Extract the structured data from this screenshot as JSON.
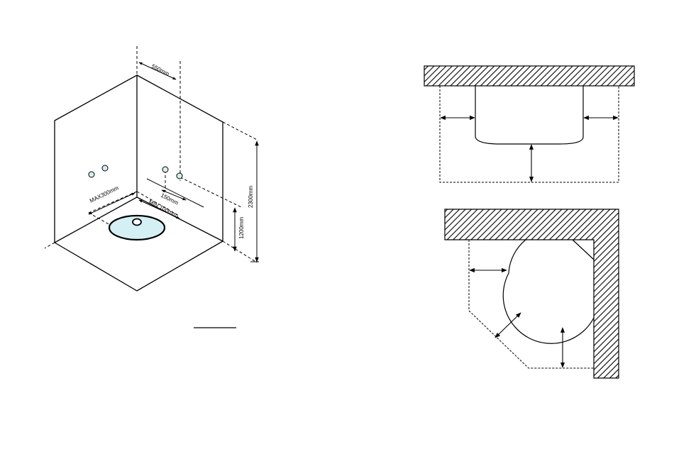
{
  "diagram": {
    "isometric_view": {
      "dimensions": {
        "offset_top": "550mm",
        "max_width": "MAX300mm",
        "spacing": "150mm",
        "min_offset": "MIN 100mm",
        "total_height": "2300mm",
        "mount_height": "1200mm"
      }
    },
    "colors": {
      "line": "#000000",
      "valve": "#d6eef0",
      "basin": "#d4f0f4",
      "hatch": "#000000"
    }
  }
}
